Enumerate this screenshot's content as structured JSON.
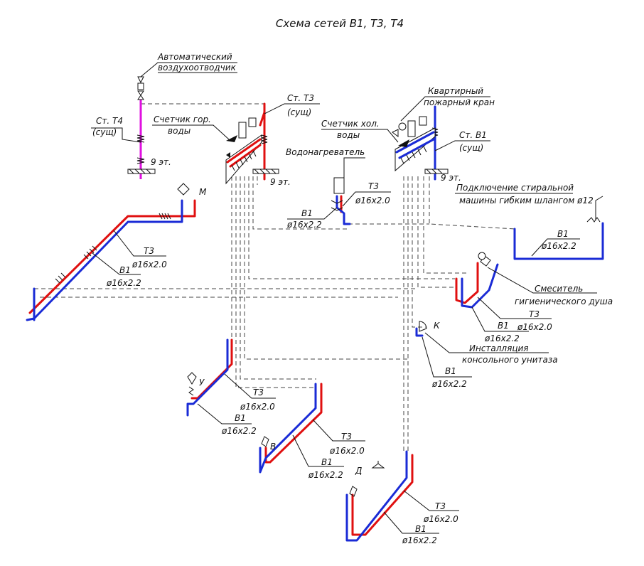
{
  "title": "Схема сетей В1, Т3, Т4",
  "colors": {
    "cold": "#1a2bd6",
    "hot": "#e01010",
    "circ": "#e010e0",
    "line": "#111111"
  },
  "labels": {
    "air_vent_1": "Автоматический",
    "air_vent_2": "воздухоотводчик",
    "st_t4_1": "Ст. Т4",
    "st_t4_2": "(сущ)",
    "st_t3_1": "Ст. Т3",
    "st_t3_2": "(сущ)",
    "hot_meter_1": "Счетчик гор.",
    "hot_meter_2": "воды",
    "floor_left": "9 эт.",
    "floor_mid": "9 эт.",
    "floor_right": "9 эт.",
    "fire_tap_1": "Квартирный",
    "fire_tap_2": "пожарный кран",
    "cold_meter_1": "Счетчик хол.",
    "cold_meter_2": "воды",
    "st_b1_1": "Ст. В1",
    "st_b1_2": "(сущ)",
    "heater": "Водонагреватель",
    "washer_1": "Подключение стиральной",
    "washer_2": "машины гибким шлангом ø12",
    "mixer_1": "Смеситель",
    "mixer_2": "гигиенического душа",
    "toilet_1": "Инсталляция",
    "toilet_2": "консольного унитаза",
    "fx_m": "М",
    "fx_k": "К",
    "fx_u": "У",
    "fx_v": "В",
    "fx_d": "Д"
  },
  "pipes": {
    "t3": "Т3",
    "b1": "В1",
    "t3_size": "ø16x2.0",
    "b1_size": "ø16x2.2"
  }
}
